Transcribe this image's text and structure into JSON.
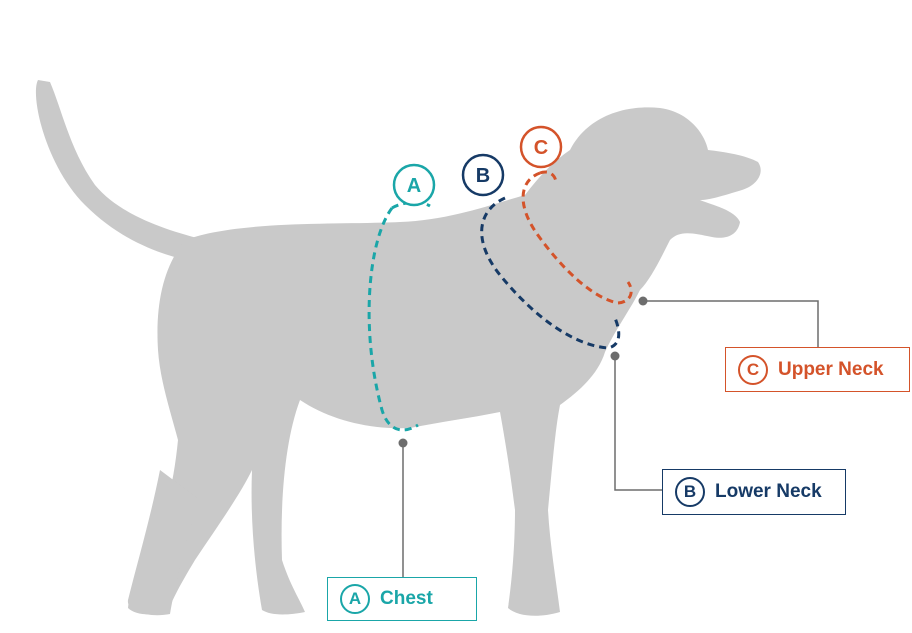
{
  "colors": {
    "chest": "#1aa6a8",
    "lower_neck": "#163a66",
    "upper_neck": "#d4532a",
    "dog": "#c9c9c9",
    "leader": "#6d6d6d"
  },
  "markers": {
    "chest": "A",
    "lower_neck": "B",
    "upper_neck": "C"
  },
  "labels": {
    "chest": {
      "letter": "A",
      "text": "Chest"
    },
    "lower_neck": {
      "letter": "B",
      "text": "Lower Neck"
    },
    "upper_neck": {
      "letter": "C",
      "text": "Upper Neck"
    }
  }
}
